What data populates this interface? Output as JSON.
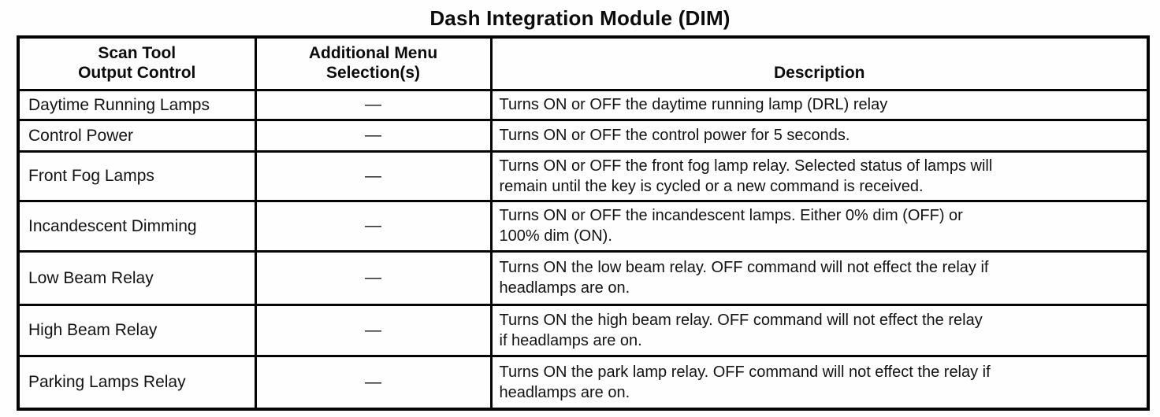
{
  "title": "Dash Integration Module (DIM)",
  "table": {
    "headers": {
      "scan_tool": "Scan Tool\nOutput Control",
      "menu": "Additional Menu\nSelection(s)",
      "description": "Description"
    },
    "rows": [
      {
        "control": "Daytime Running Lamps",
        "menu": "—",
        "description": "Turns ON or OFF the daytime running lamp (DRL) relay"
      },
      {
        "control": "Control Power",
        "menu": "—",
        "description": "Turns ON or OFF the control power for 5 seconds."
      },
      {
        "control": "Front Fog Lamps",
        "menu": "—",
        "description": "Turns ON or OFF the front fog lamp relay. Selected status of lamps will\nremain until the key is cycled or a new command is received."
      },
      {
        "control": "Incandescent Dimming",
        "menu": "—",
        "description": "Turns ON or OFF the incandescent lamps. Either 0% dim (OFF) or\n100% dim (ON)."
      },
      {
        "control": "Low Beam Relay",
        "menu": "—",
        "description": "Turns ON the low beam relay. OFF command will not effect the relay if\nheadlamps are on."
      },
      {
        "control": "High Beam Relay",
        "menu": "—",
        "description": "Turns ON the high beam relay. OFF command will not effect the relay\nif headlamps are on."
      },
      {
        "control": "Parking Lamps Relay",
        "menu": "—",
        "description": "Turns ON the park lamp relay. OFF command will not effect the relay if\nheadlamps are on."
      }
    ]
  }
}
